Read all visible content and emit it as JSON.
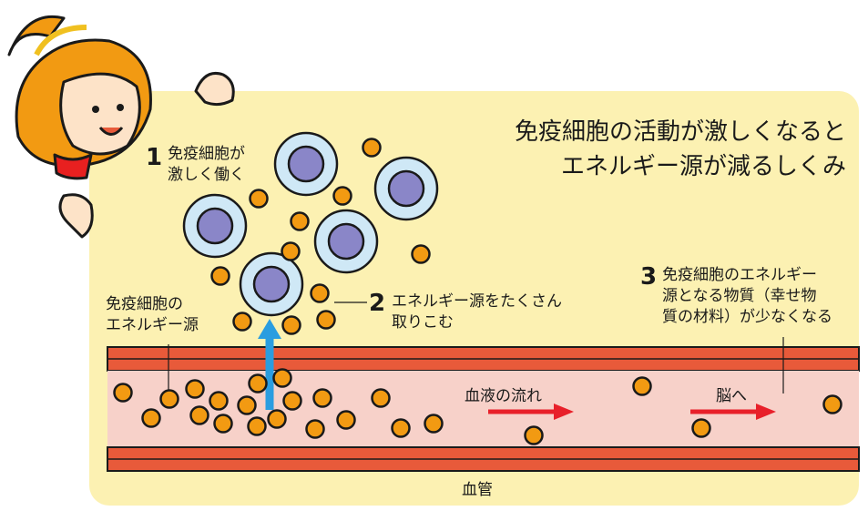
{
  "title": {
    "line1": "免疫細胞の活動が激しくなると",
    "line2": "エネルギー源が減るしくみ"
  },
  "steps": [
    {
      "number": "1",
      "lines": [
        "免疫細胞が",
        "激しく働く"
      ]
    },
    {
      "number": "2",
      "lines": [
        "エネルギー源をたくさん",
        "取りこむ"
      ]
    },
    {
      "number": "3",
      "lines": [
        "免疫細胞のエネルギー",
        "源となる物質（幸せ物",
        "質の材料）が少なくなる"
      ]
    }
  ],
  "labels": {
    "energy_source": [
      "免疫細胞の",
      "エネルギー源"
    ],
    "blood_flow": "血液の流れ",
    "to_brain": "脳へ",
    "blood_vessel": "血管"
  },
  "colors": {
    "panel": "#fcf1b2",
    "vessel_wall": "#e85a3a",
    "vessel_inner": "#f7d1c9",
    "particle": "#f29a12",
    "cell_outer": "#cfe8f6",
    "cell_nucleus": "#8a86c8",
    "arrow_up": "#2a9de0",
    "arrow_flow": "#e8202a"
  }
}
